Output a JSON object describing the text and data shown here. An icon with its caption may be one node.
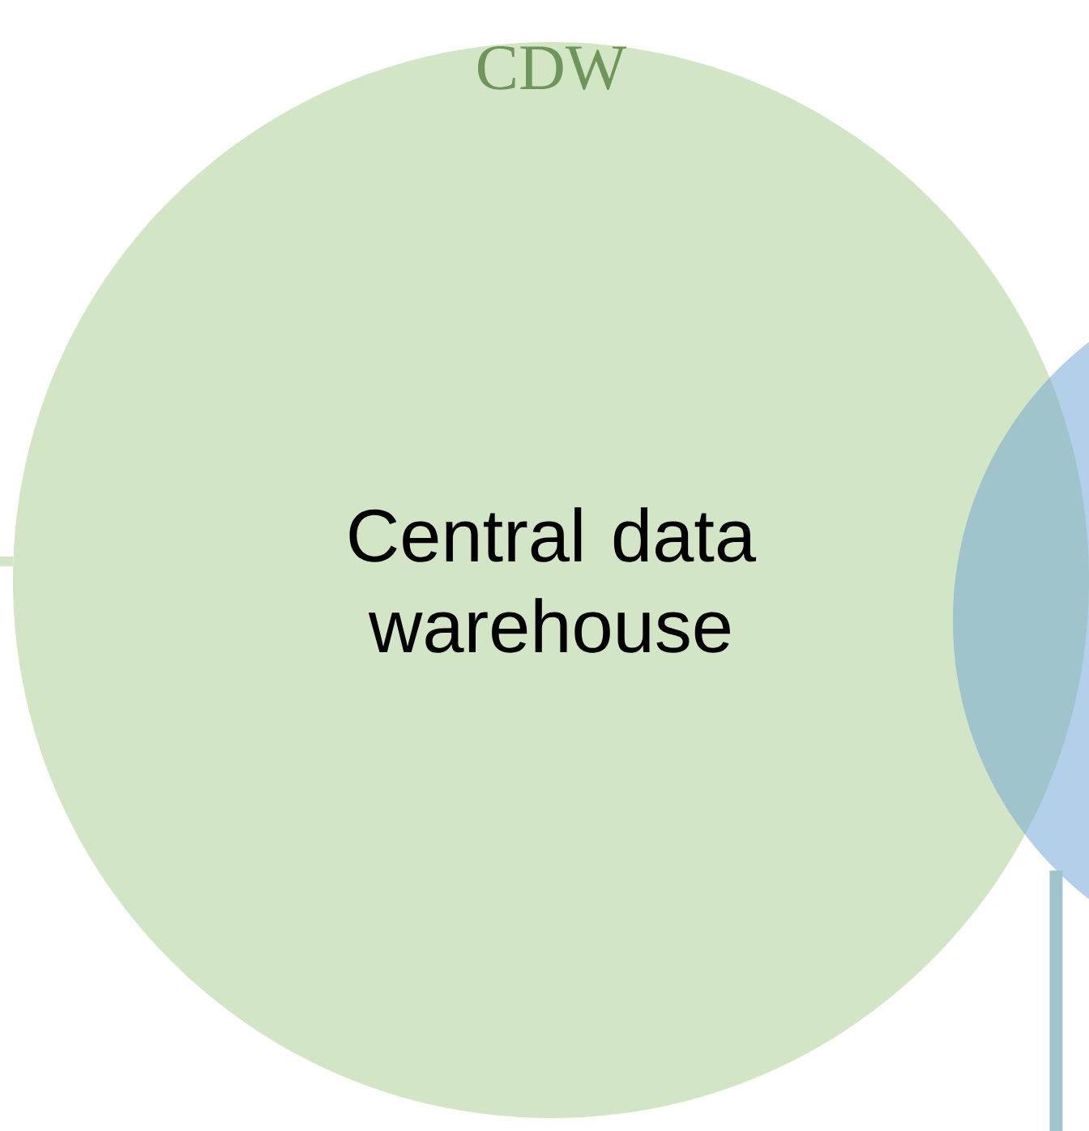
{
  "diagram": {
    "nodes": [
      {
        "text": [
          "CDW",
          "Central data warehouse"
        ]
      },
      {
        "text": [],
        "shape": "circle"
      }
    ],
    "edges": [
      {
        "from": null,
        "to": 0,
        "arrow": "none",
        "color": "#d2e5c4"
      },
      {
        "from": 1,
        "to": null,
        "arrow": "none",
        "color": "#9fc4cb"
      }
    ]
  }
}
